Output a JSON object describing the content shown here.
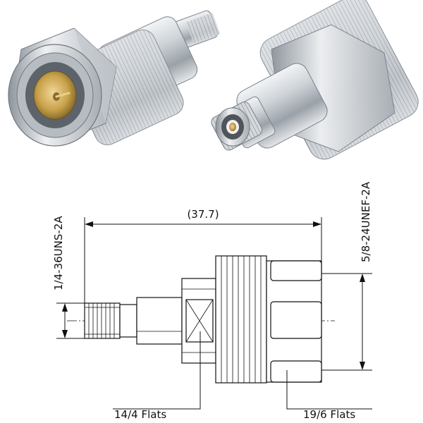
{
  "drawing": {
    "overall_length": "(37.7)",
    "left_thread": "1/4-36UNS-2A",
    "right_thread": "5/8-24UNEF-2A",
    "hex_small": "14/4 Flats",
    "hex_large": "19/6 Flats"
  },
  "colors": {
    "steel_light": "#e9ecef",
    "steel_mid": "#b8bec5",
    "steel_dark": "#6f767e",
    "gold": "#c9a24a",
    "line": "#111111"
  }
}
